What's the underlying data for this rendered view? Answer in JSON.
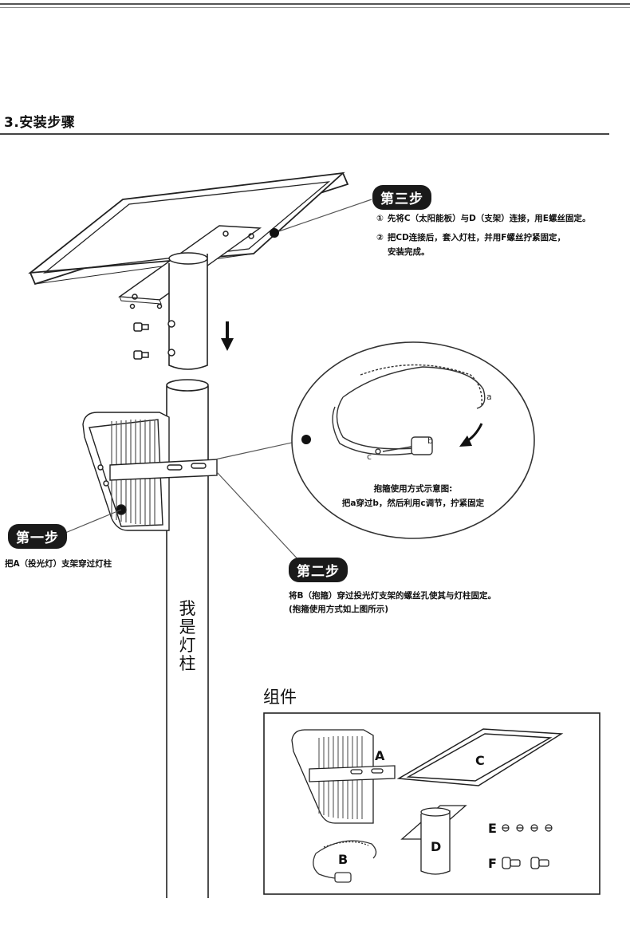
{
  "section": {
    "title": "3.安装步骤"
  },
  "step3": {
    "badge": "第三步",
    "line1_num": "①",
    "line1": "先将C（太阳能板）与D（支架）连接，用E螺丝固定。",
    "line2_num": "②",
    "line2": "把CD连接后，套入灯柱，并用F螺丝拧紧固定，",
    "line3": "安装完成。"
  },
  "step1": {
    "badge": "第一步",
    "text": "把A（投光灯）支架穿过灯柱"
  },
  "step2": {
    "badge": "第二步",
    "line1": "将B（抱箍）穿过投光灯支架的螺丝孔使其与灯柱固定。",
    "line2": "(抱箍使用方式如上图所示)"
  },
  "clamp_detail": {
    "caption_title": "抱箍使用方式示意图:",
    "caption_text": "把a穿过b，然后利用c调节，拧紧固定",
    "letter_a": "a",
    "letter_b": "b",
    "letter_c": "c"
  },
  "pole": {
    "label": "我是灯柱"
  },
  "components": {
    "title": "组件",
    "label_a": "A",
    "label_b": "B",
    "label_c": "C",
    "label_d": "D",
    "label_e": "E",
    "label_f": "F"
  },
  "colors": {
    "ink": "#1a1a1a",
    "line": "#444444",
    "fin": "#666666"
  }
}
